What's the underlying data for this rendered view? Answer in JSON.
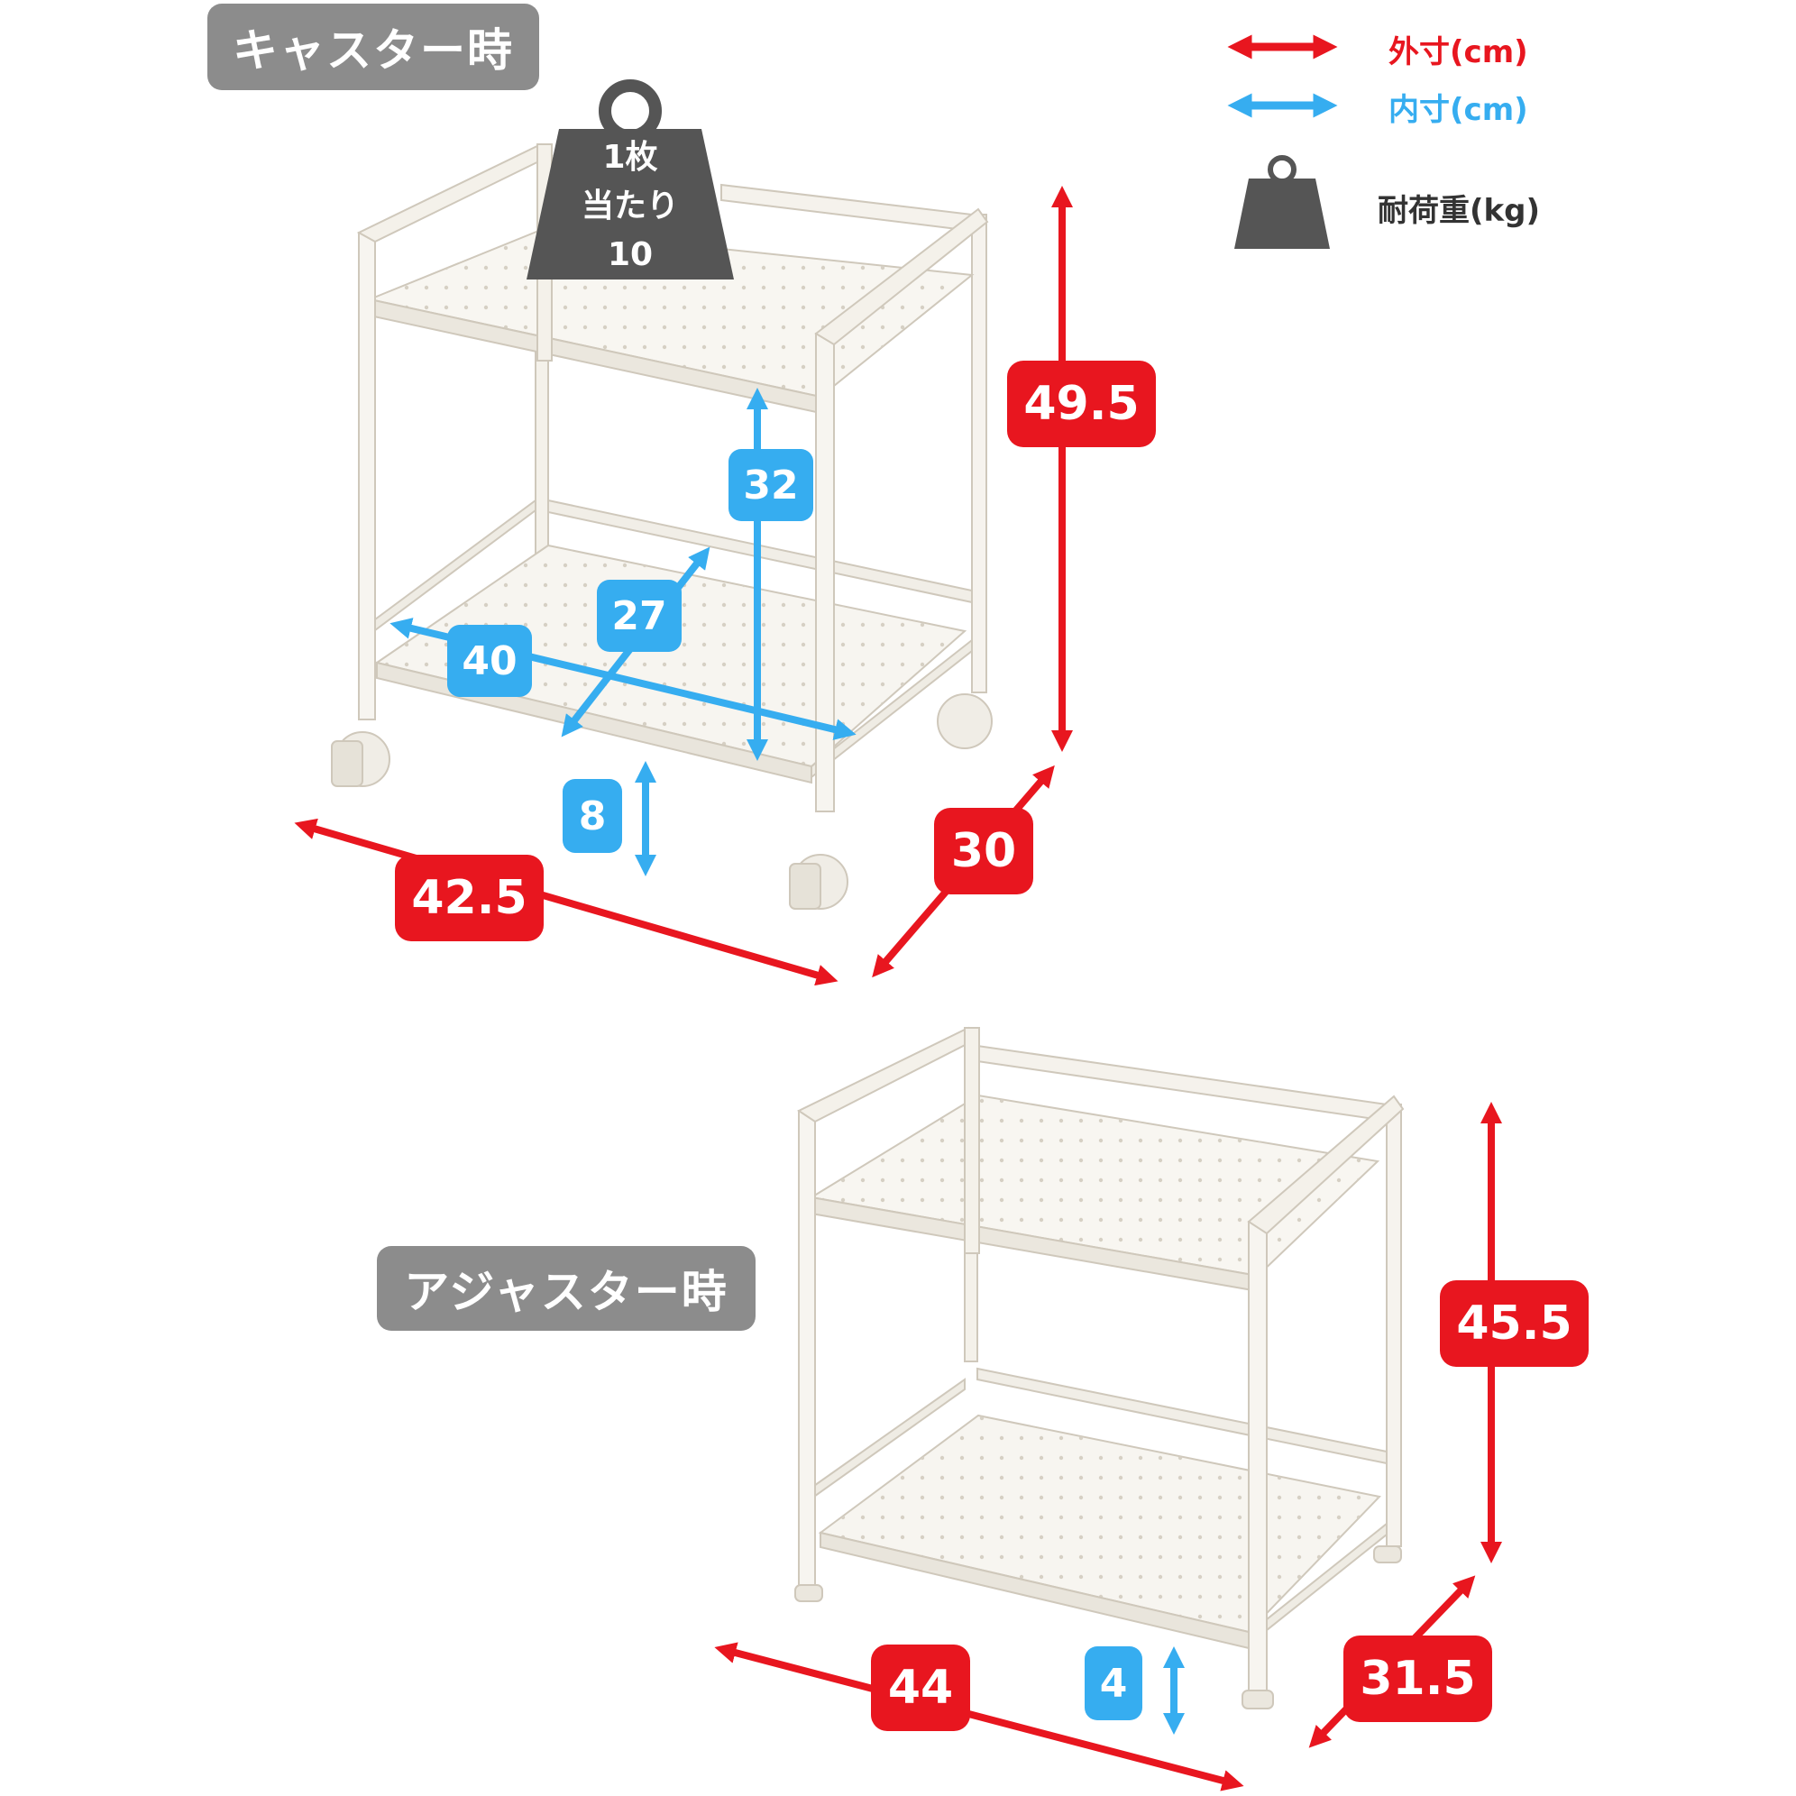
{
  "modes": {
    "caster": "キャスター時",
    "adjuster": "アジャスター時"
  },
  "legend": {
    "outer": "外寸(cm)",
    "inner": "内寸(cm)",
    "load": "耐荷重(kg)"
  },
  "weight": {
    "line1": "1枚",
    "line2": "当たり",
    "value": "10"
  },
  "caster_dims": {
    "height": "49.5",
    "width": "42.5",
    "depth": "30",
    "inner_height": "32",
    "inner_width": "40",
    "inner_depth": "27",
    "clearance": "8"
  },
  "adjuster_dims": {
    "height": "45.5",
    "width": "44",
    "depth": "31.5",
    "clearance": "4"
  },
  "colors": {
    "outer": "#e8161f",
    "inner": "#36adf0",
    "tag": "#8c8c8c",
    "weight": "#555555"
  }
}
